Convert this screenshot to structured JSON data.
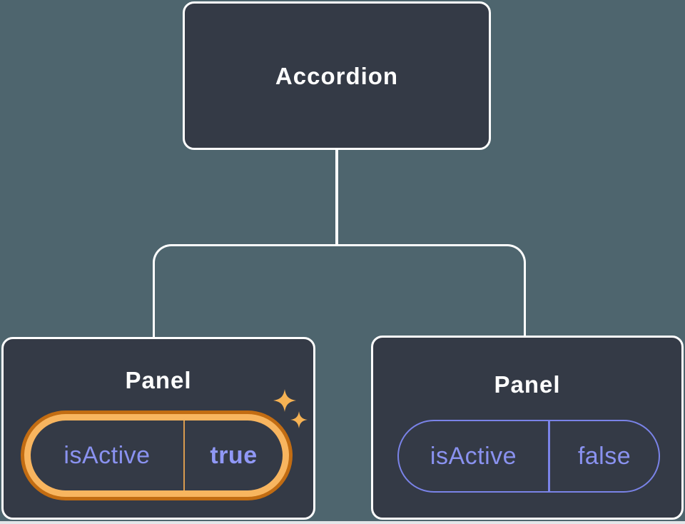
{
  "diagram": {
    "root": {
      "label": "Accordion"
    },
    "panels": [
      {
        "label": "Panel",
        "prop_name": "isActive",
        "prop_value": "true",
        "highlighted": true
      },
      {
        "label": "Panel",
        "prop_name": "isActive",
        "prop_value": "false",
        "highlighted": false
      }
    ]
  },
  "icons": {
    "sparkle_large": "sparkle-icon",
    "sparkle_small": "sparkle-icon"
  },
  "colors": {
    "canvas_bg": "#4E656E",
    "page_bg": "#E3E6E9",
    "node_fill": "#343A46",
    "node_border": "#FFFFFF",
    "connector": "#FFFFFF",
    "node_text": "#FFFFFF",
    "prop_text": "#8A92F0",
    "prop_value_active_text": "#9098F6",
    "inactive_pill_border": "#7A83E8",
    "highlight_outer": "#C26C12",
    "highlight_inner": "#F8B55F",
    "highlight_divider": "#D89B4F",
    "sparkle": "#F5B254"
  }
}
